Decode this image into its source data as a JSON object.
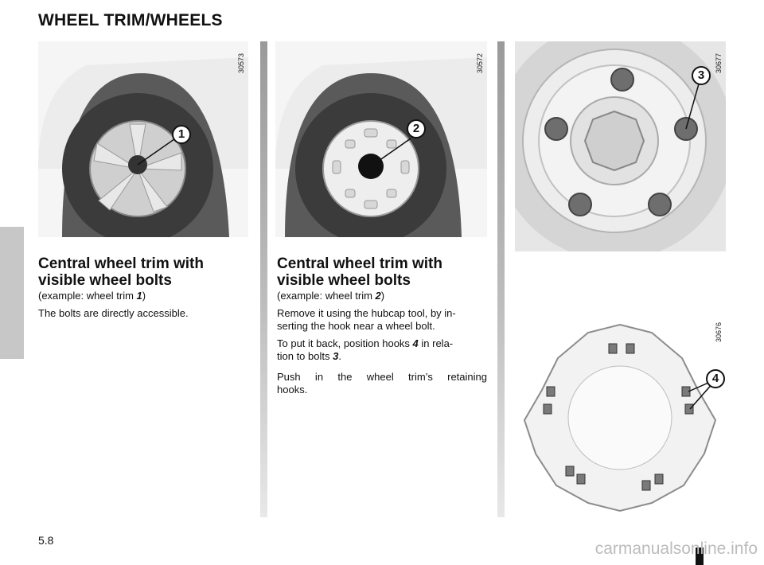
{
  "page": {
    "title": "WHEEL TRIM/WHEELS",
    "page_number": "5.8",
    "watermark": "carmanualsonline.info"
  },
  "images": {
    "img1": {
      "code": "30573",
      "callout": "1"
    },
    "img2": {
      "code": "30572",
      "callout": "2"
    },
    "img3": {
      "code": "30677",
      "callout": "3"
    },
    "img4": {
      "code": "30676",
      "callout": "4"
    }
  },
  "col1": {
    "heading_line1": "Central wheel trim with",
    "heading_line2": "visible wheel bolts",
    "example_prefix": "(example: wheel trim ",
    "example_ref": "1",
    "example_suffix": ")",
    "body": "The bolts are directly accessible."
  },
  "col2": {
    "heading_line1": "Central wheel trim with",
    "heading_line2": "visible wheel bolts",
    "example_prefix": "(example: wheel trim ",
    "example_ref": "2",
    "example_suffix": ")",
    "p1_line1": "Remove it using the hubcap tool, by in-",
    "p1_line2": "serting the hook near a wheel bolt.",
    "p2_line1_prefix": "To put it back, position hooks ",
    "p2_ref_hooks": "4",
    "p2_line1_suffix": " in rela-",
    "p2_line2_prefix": "tion to bolts ",
    "p2_ref_bolts": "3",
    "p2_line2_suffix": ".",
    "p3_line1": "Push in the wheel trim’s retaining",
    "p3_line2": "hooks."
  }
}
